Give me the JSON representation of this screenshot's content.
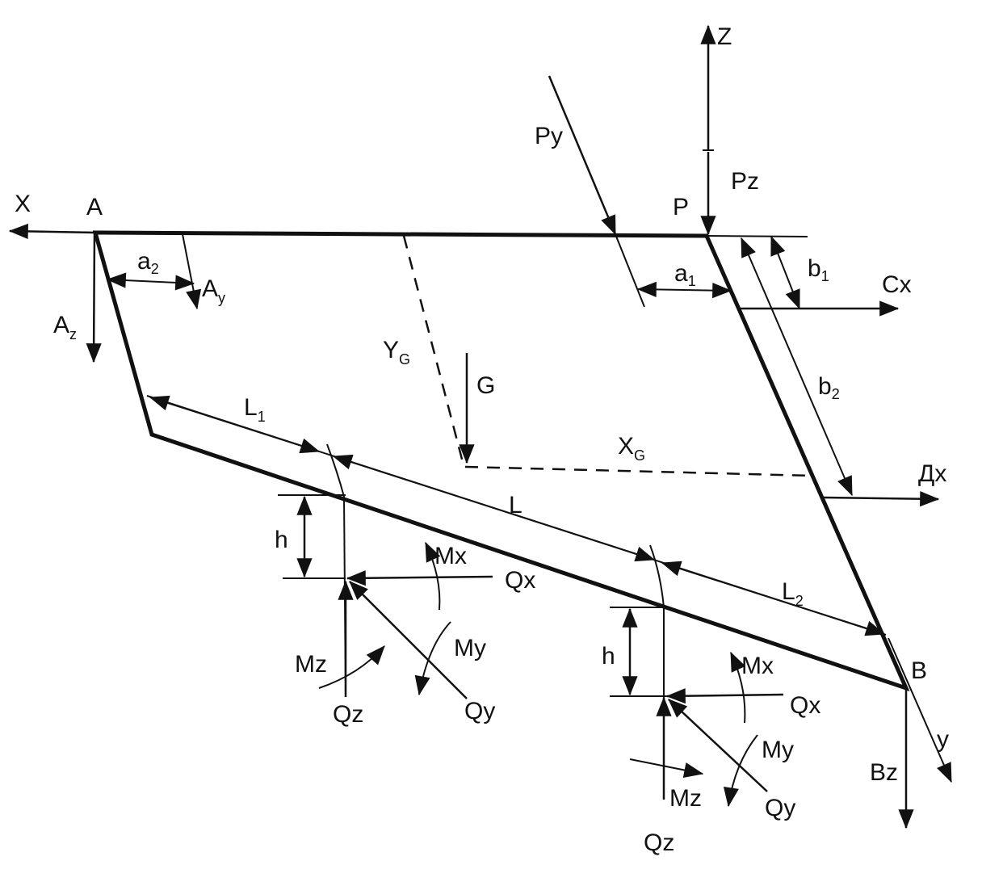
{
  "labels": {
    "x_axis": "X",
    "z_axis": "Z",
    "y_axis": "y",
    "point_a": "A",
    "point_p": "P",
    "point_b": "B",
    "py": "Py",
    "pz": "Pz",
    "ay_main": "A",
    "ay_sub": "y",
    "az_main": "A",
    "az_sub": "z",
    "a2_main": "a",
    "a2_sub": "2",
    "a1_main": "a",
    "a1_sub": "1",
    "b1_main": "b",
    "b1_sub": "1",
    "b2_main": "b",
    "b2_sub": "2",
    "cx": "Cx",
    "dx": "Дх",
    "g": "G",
    "yg_main": "Y",
    "yg_sub": "G",
    "xg_main": "X",
    "xg_sub": "G",
    "l1_main": "L",
    "l1_sub": "1",
    "l": "L",
    "l2_main": "L",
    "l2_sub": "2",
    "h_left": "h",
    "h_right": "h",
    "mx_left": "Mx",
    "qx_left": "Qx",
    "my_left": "My",
    "mz_left": "Mz",
    "qz_left": "Qz",
    "qy_left": "Qy",
    "mx_right": "Mx",
    "qx_right": "Qx",
    "my_right": "My",
    "mz_right": "Mz",
    "qz_right": "Qz",
    "qy_right": "Qy",
    "bz": "Bz"
  }
}
